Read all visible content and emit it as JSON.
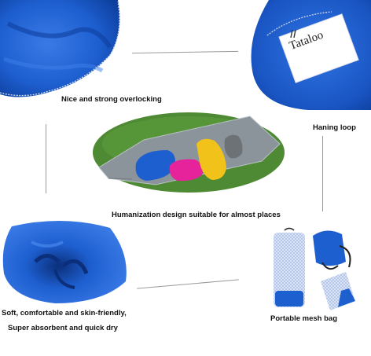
{
  "captions": {
    "overlocking": "Nice and strong overlocking",
    "hanging_loop": "Haning loop",
    "humanization": "Humanization design suitable for almost places",
    "soft_line1": "Soft, comfortable and skin-friendly,",
    "soft_line2": "Super absorbent and quick dry",
    "mesh_bag": "Portable mesh bag"
  },
  "label_brand": "Tataloo",
  "colors": {
    "towel_blue": "#1e5fd0",
    "towel_blue_dark": "#0d3f9e",
    "grass": "#4e8a33",
    "towel_grey": "#8a949a",
    "stitch": "#cfd8e6"
  }
}
